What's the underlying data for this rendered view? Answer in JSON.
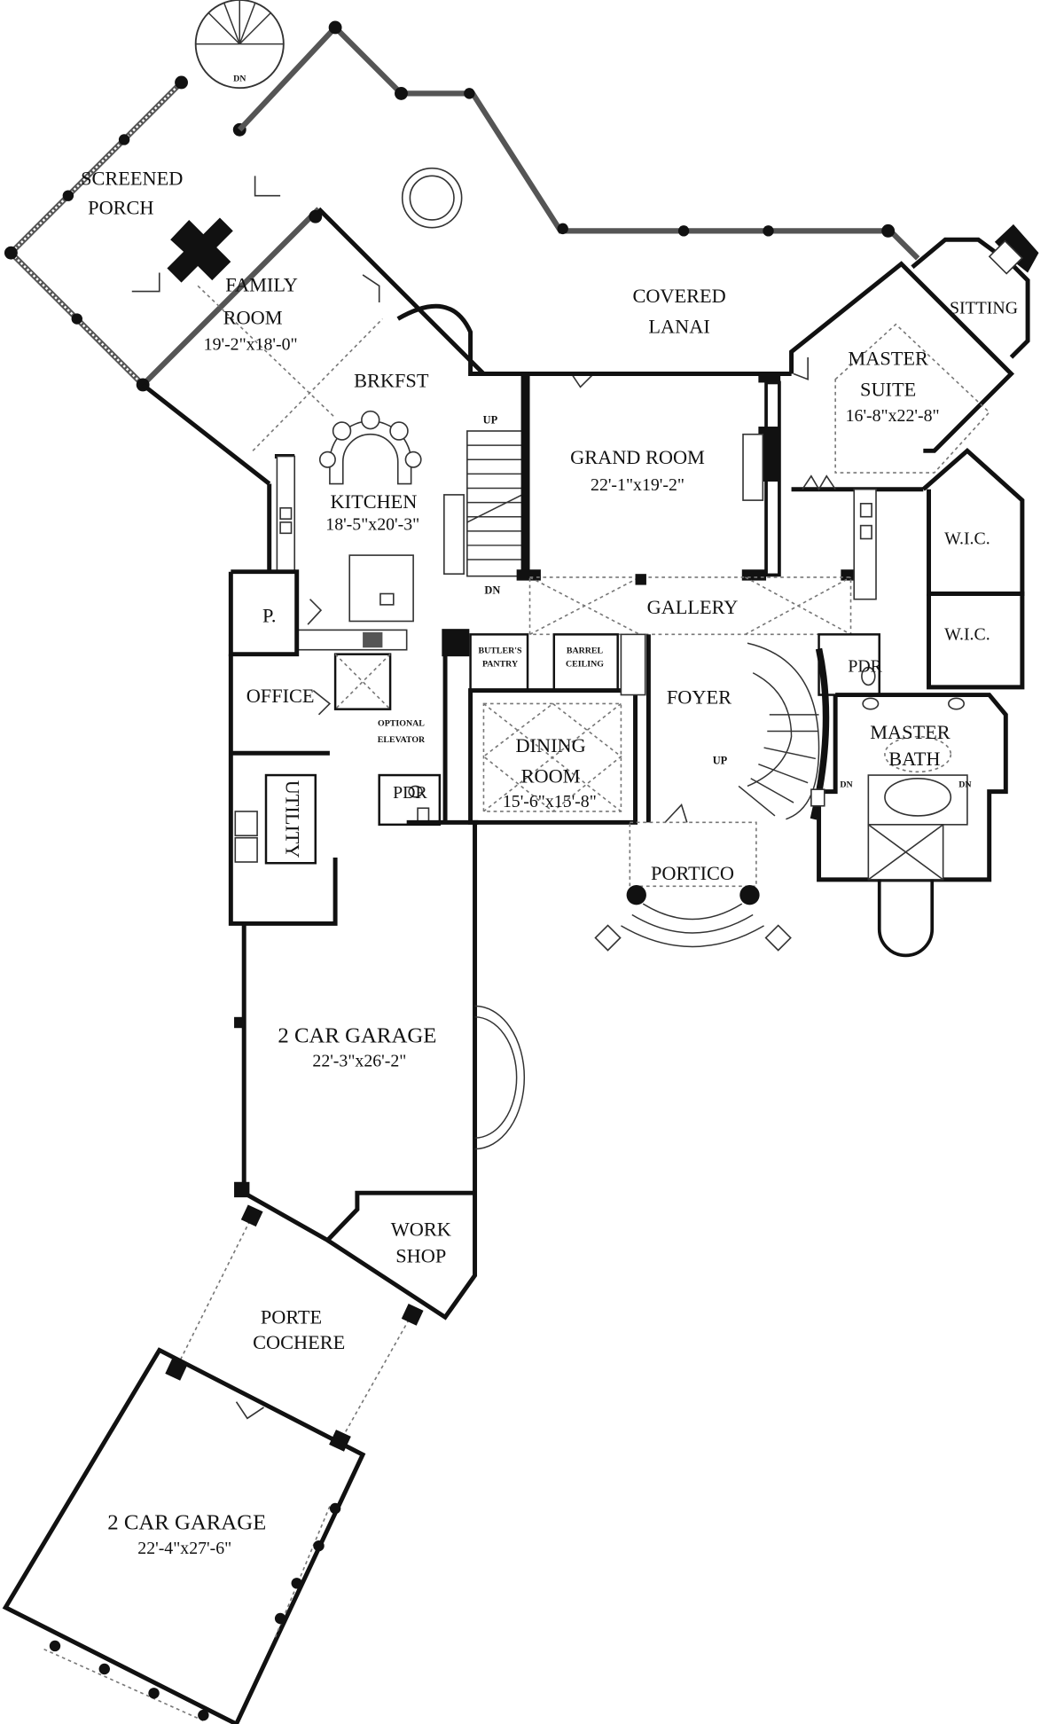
{
  "plan": {
    "title": "First Floor Plan",
    "rooms": {
      "screened_porch": {
        "name_line1": "SCREENED",
        "name_line2": "PORCH"
      },
      "family_room": {
        "name_line1": "FAMILY",
        "name_line2": "ROOM",
        "size": "19'-2\"x18'-0\""
      },
      "covered_lanai": {
        "name_line1": "COVERED",
        "name_line2": "LANAI"
      },
      "brkfst": {
        "name": "BRKFST"
      },
      "kitchen": {
        "name": "KITCHEN",
        "size": "18'-5\"x20'-3\""
      },
      "grand_room": {
        "name": "GRAND ROOM",
        "size": "22'-1\"x19'-2\""
      },
      "master_suite": {
        "name_line1": "MASTER",
        "name_line2": "SUITE",
        "size": "16'-8\"x22'-8\""
      },
      "sitting": {
        "name": "SITTING"
      },
      "wic_1": {
        "name": "W.I.C."
      },
      "wic_2": {
        "name": "W.I.C."
      },
      "gallery": {
        "name": "GALLERY"
      },
      "pantry": {
        "name": "P."
      },
      "office": {
        "name": "OFFICE"
      },
      "optional_elevator": {
        "name_line1": "OPTIONAL",
        "name_line2": "ELEVATOR"
      },
      "butlers_pantry": {
        "name_line1": "BUTLER'S",
        "name_line2": "PANTRY"
      },
      "barrel_ceiling": {
        "name_line1": "BARREL",
        "name_line2": "CEILING"
      },
      "foyer": {
        "name": "FOYER"
      },
      "pdr_master": {
        "name": "PDR"
      },
      "pdr_utility": {
        "name": "PDR"
      },
      "dining_room": {
        "name_line1": "DINING",
        "name_line2": "ROOM",
        "size": "15'-6\"x15'-8\""
      },
      "utility": {
        "name": "UTILITY"
      },
      "master_bath": {
        "name_line1": "MASTER",
        "name_line2": "BATH"
      },
      "portico": {
        "name": "PORTICO"
      },
      "garage_1": {
        "name": "2 CAR GARAGE",
        "size": "22'-3\"x26'-2\""
      },
      "workshop": {
        "name_line1": "WORK",
        "name_line2": "SHOP"
      },
      "porte_cochere": {
        "name_line1": "PORTE",
        "name_line2": "COCHERE"
      },
      "garage_2": {
        "name": "2 CAR GARAGE",
        "size": "22'-4\"x27'-6\""
      }
    },
    "stair_labels": {
      "spiral_dn": "DN",
      "kitchen_up": "UP",
      "kitchen_dn": "DN",
      "foyer_up": "UP",
      "bath_dn_left": "DN",
      "bath_dn_right": "DN"
    }
  }
}
